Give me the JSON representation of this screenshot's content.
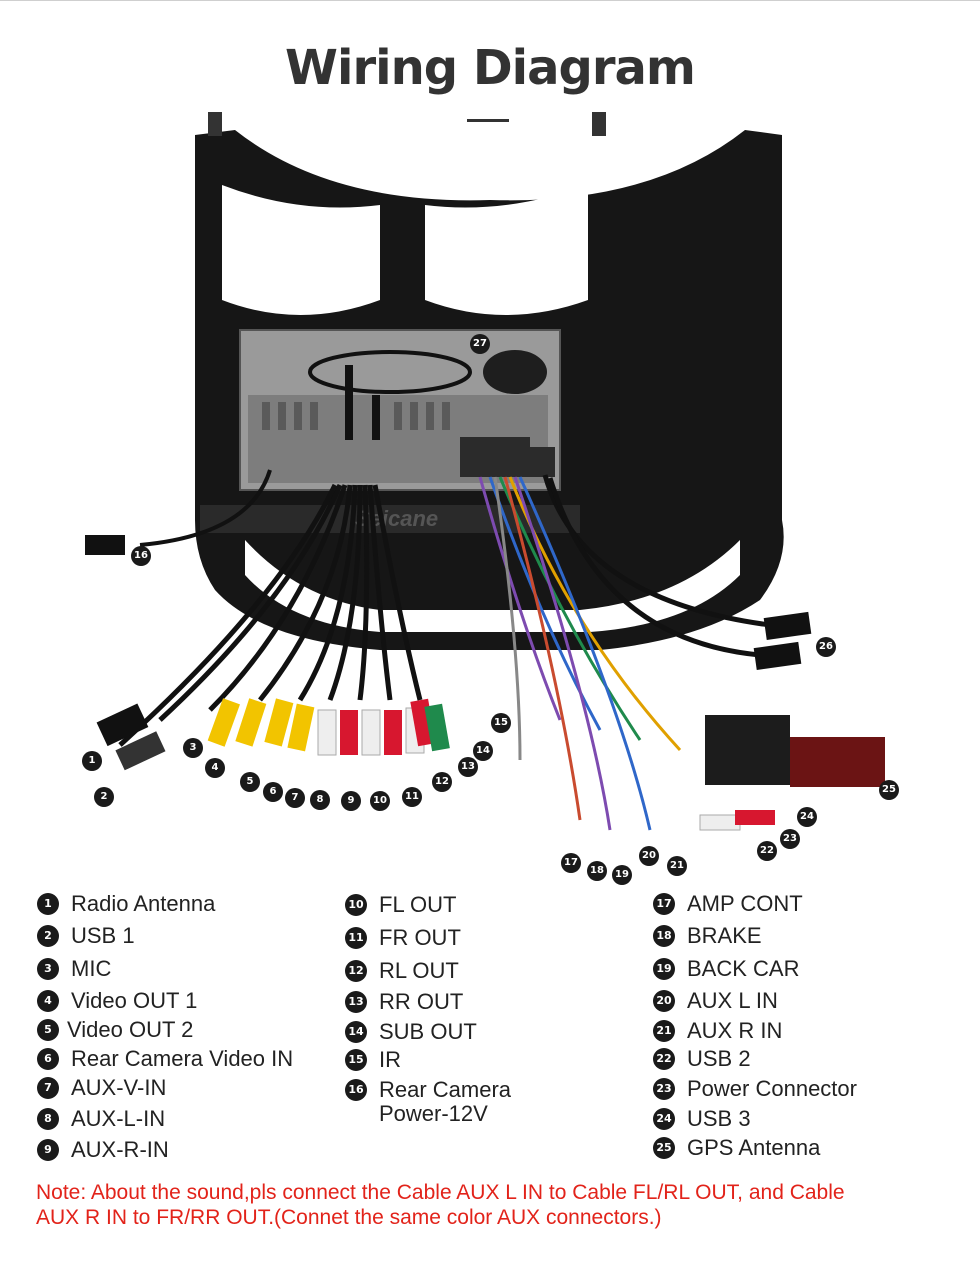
{
  "title": "Wiring Diagram",
  "watermark": "Seicane",
  "markers": {
    "1": "1",
    "2": "2",
    "3": "3",
    "4": "4",
    "5": "5",
    "6": "6",
    "7": "7",
    "8": "8",
    "9": "9",
    "10": "10",
    "11": "11",
    "12": "12",
    "13": "13",
    "14": "14",
    "15": "15",
    "16": "16",
    "17": "17",
    "18": "18",
    "19": "19",
    "20": "20",
    "21": "21",
    "22": "22",
    "23": "23",
    "24": "24",
    "25": "25",
    "26": "26",
    "27": "27"
  },
  "legend": {
    "col1": [
      {
        "num": "1",
        "label": "Radio Antenna"
      },
      {
        "num": "2",
        "label": "USB 1"
      },
      {
        "num": "3",
        "label": "MIC"
      },
      {
        "num": "4",
        "label": "Video OUT 1"
      },
      {
        "num": "5",
        "label": "Video OUT 2"
      },
      {
        "num": "6",
        "label": "Rear Camera Video IN"
      },
      {
        "num": "7",
        "label": "AUX-V-IN"
      },
      {
        "num": "8",
        "label": "AUX-L-IN"
      },
      {
        "num": "9",
        "label": "AUX-R-IN"
      }
    ],
    "col2": [
      {
        "num": "10",
        "label": "FL OUT"
      },
      {
        "num": "11",
        "label": "FR OUT"
      },
      {
        "num": "12",
        "label": "RL OUT"
      },
      {
        "num": "13",
        "label": "RR OUT"
      },
      {
        "num": "14",
        "label": "SUB OUT"
      },
      {
        "num": "15",
        "label": "IR"
      },
      {
        "num": "16",
        "label": "Rear Camera",
        "label2": "Power-12V"
      }
    ],
    "col3": [
      {
        "num": "17",
        "label": "AMP CONT"
      },
      {
        "num": "18",
        "label": "BRAKE"
      },
      {
        "num": "19",
        "label": "BACK CAR"
      },
      {
        "num": "20",
        "label": "AUX L IN"
      },
      {
        "num": "21",
        "label": "AUX R IN"
      },
      {
        "num": "22",
        "label": "USB 2"
      },
      {
        "num": "23",
        "label": "Power Connector"
      },
      {
        "num": "24",
        "label": "USB 3"
      },
      {
        "num": "25",
        "label": "GPS Antenna"
      }
    ]
  },
  "note": {
    "line1": "Note: About the sound,pls connect the Cable AUX L IN to Cable FL/RL OUT, and Cable",
    "line2": "AUX R IN to  FR/RR OUT.(Connet the same color AUX connectors.)"
  }
}
